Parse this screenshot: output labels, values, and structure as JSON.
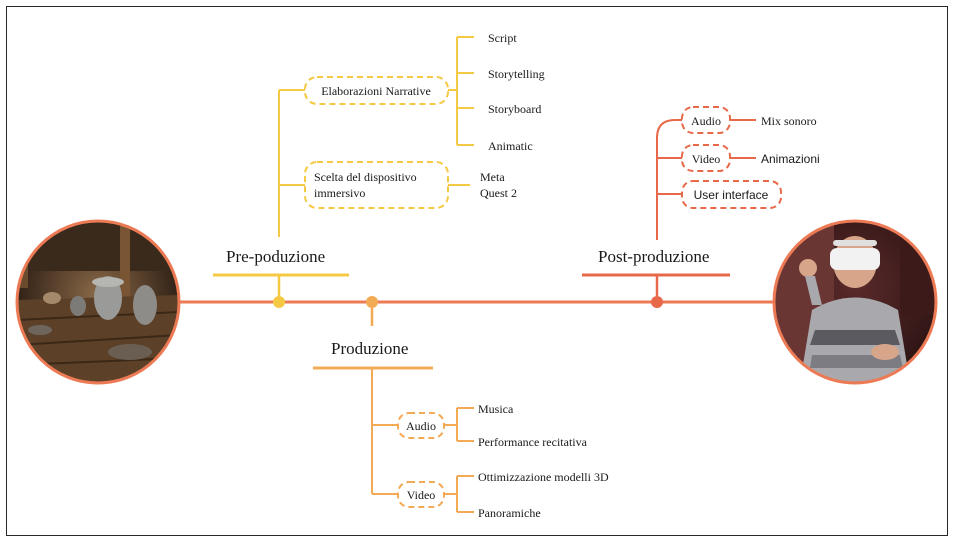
{
  "colors": {
    "pre": "#f6c945",
    "prod": "#f2aa55",
    "post": "#e8694a",
    "timeline": "#ec7a55",
    "text": "#1a1a1a"
  },
  "phases": {
    "pre": {
      "title": "Pre-poduzione",
      "groups": [
        {
          "label": "Elaborazioni Narrative",
          "items": [
            "Script",
            "Storytelling",
            "Storyboard",
            "Animatic"
          ]
        },
        {
          "label_lines": [
            "Scelta del dispositivo",
            "immersivo"
          ],
          "items_lines": [
            "Meta",
            "Quest 2"
          ]
        }
      ]
    },
    "prod": {
      "title": "Produzione",
      "groups": [
        {
          "label": "Audio",
          "items": [
            "Musica",
            "Performance recitativa"
          ]
        },
        {
          "label": "Video",
          "items": [
            "Ottimizzazione modelli 3D",
            "Panoramiche"
          ]
        }
      ]
    },
    "post": {
      "title": "Post-produzione",
      "groups": [
        {
          "label": "Audio",
          "item": "Mix sonoro"
        },
        {
          "label": "Video",
          "item": "Animazioni"
        },
        {
          "label": "User interface"
        }
      ]
    }
  },
  "images": {
    "left": "virtual-scene-photo",
    "right": "vr-headset-user-photo"
  }
}
